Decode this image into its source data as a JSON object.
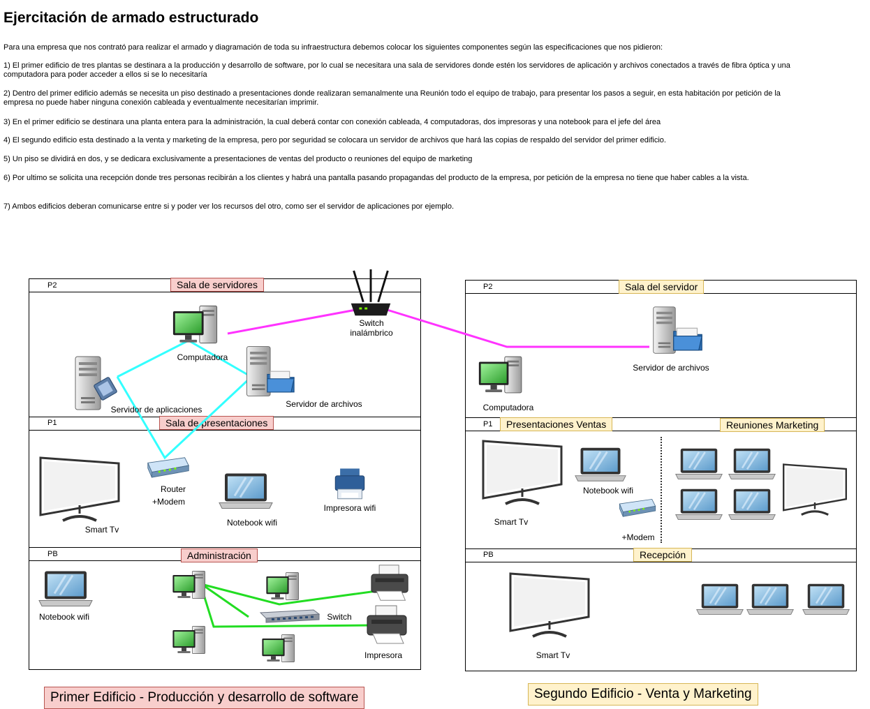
{
  "title": "Ejercitación de armado estructurado",
  "paragraphs": [
    "Para una empresa que  nos contrató para realizar el armado y diagramación de toda su infraestructura debemos colocar los siguientes componentes según las especificaciones que nos pidieron:",
    "1) El primer edificio de tres plantas se destinara a la producción y desarrollo de software, por lo cual se necesitara una sala de servidores donde estén los servidores de aplicación y archivos conectados a través de fibra óptica y una computadora para poder acceder a ellos si se lo necesitaría",
    "2) Dentro del primer edificio además se necesita un piso destinado a presentaciones donde realizaran semanalmente una Reunión todo el equipo de trabajo, para presentar los pasos a seguir, en esta habitación por petición de la empresa no puede haber ninguna conexión cableada y eventualmente necesitarían imprimir.",
    "3) En el primer edificio se destinara una planta entera para la administración, la cual deberá contar con conexión cableada, 4 computadoras, dos impresoras y una notebook para el jefe del área",
    "4) El segundo edificio esta destinado a la venta y marketing de la empresa, pero por seguridad se colocara un servidor de archivos que hará las copias de respaldo del servidor del primer edificio.",
    "5) Un piso se dividirá en dos, y se dedicara exclusivamente a presentaciones de ventas del producto o reuniones del equipo de marketing",
    "6) Por ultimo se solicita una recepción donde tres personas recibirán a los clientes y habrá una pantalla pasando propagandas del producto de la empresa, por petición de la empresa no tiene que haber cables a la vista.",
    "7) Ambos edificios deberan comunicarse entre si y poder ver los recursos del otro, como ser el servidor de aplicaciones por ejemplo."
  ],
  "colors": {
    "wireless_link": "#ff33ff",
    "fiber_link": "#33ffff",
    "cable_link": "#22dd22",
    "red_tag_fill": "#f8cecc",
    "yellow_tag_fill": "#fff2cc",
    "screen_green": "#4caf50"
  },
  "building1": {
    "name": "Primer Edificio - Producción y desarrollo de software",
    "floors": {
      "p2": {
        "label": "P2",
        "room": "Sala de servidores"
      },
      "p1": {
        "label": "P1",
        "room": "Sala de presentaciones"
      },
      "pb": {
        "label": "PB",
        "room": "Administración"
      }
    },
    "devices": {
      "computadora": "Computadora",
      "servidor_aplicaciones": "Servidor de aplicaciones",
      "servidor_archivos": "Servidor de archivos",
      "router_line1": "Router",
      "router_line2": "+Modem",
      "smart_tv": "Smart Tv",
      "notebook_p1": "Notebook wifi",
      "impresora_wifi": "Impresora wifi",
      "notebook_pb": "Notebook wifi",
      "switch": "Switch",
      "impresora": "Impresora"
    }
  },
  "switch_inalambrico": {
    "line1": "Switch",
    "line2": "inalámbrico"
  },
  "building2": {
    "name": "Segundo Edificio - Venta y Marketing",
    "floors": {
      "p2": {
        "label": "P2",
        "room": "Sala del servidor"
      },
      "p1": {
        "label": "P1",
        "room_left": "Presentaciones Ventas",
        "room_right": "Reuniones Marketing"
      },
      "pb": {
        "label": "PB",
        "room": "Recepción"
      }
    },
    "devices": {
      "servidor_archivos": "Servidor de archivos",
      "computadora": "Computadora",
      "notebook": "Notebook wifi",
      "smart_tv_p1": "Smart Tv",
      "modem": "+Modem",
      "smart_tv_pb": "Smart Tv"
    }
  }
}
